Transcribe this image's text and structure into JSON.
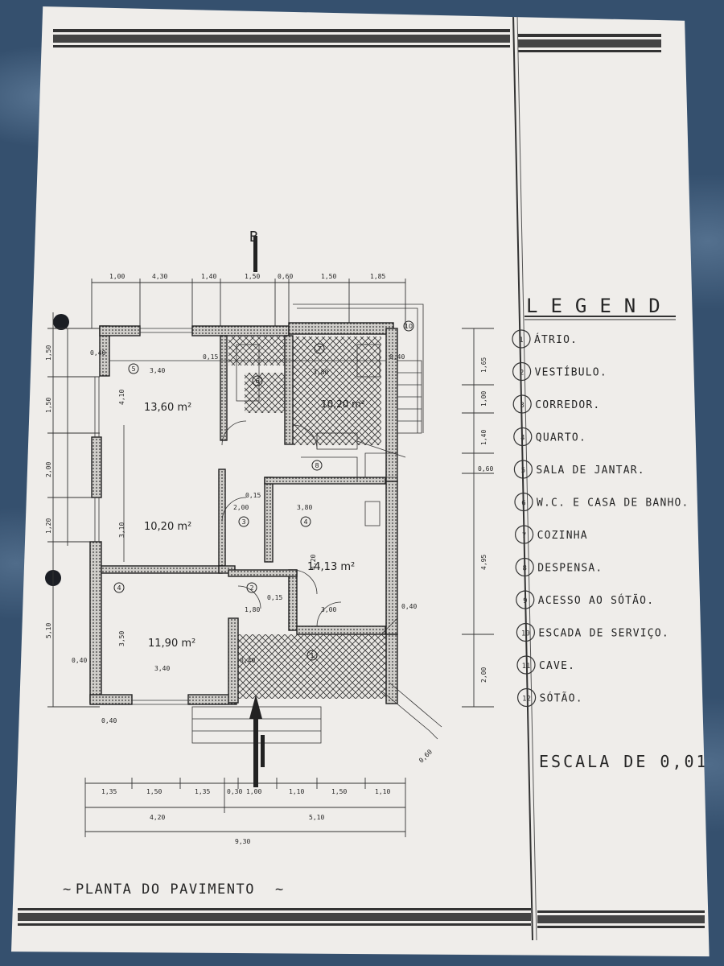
{
  "drawing": {
    "title": "PLANTA DO PAVIMENTO",
    "title_ornament": "~",
    "scale": "ESCALA DE 0,01 :",
    "section_marker": "B"
  },
  "legend": {
    "heading": "LEGEND",
    "items": [
      {
        "num": "1",
        "label": "ÁTRIO."
      },
      {
        "num": "2",
        "label": "VESTÍBULO."
      },
      {
        "num": "3",
        "label": "CORREDOR."
      },
      {
        "num": "4",
        "label": "QUARTO."
      },
      {
        "num": "5",
        "label": "SALA DE JANTAR."
      },
      {
        "num": "6",
        "label": "W.C. E CASA DE BANHO."
      },
      {
        "num": "7",
        "label": "COZINHA"
      },
      {
        "num": "8",
        "label": "DESPENSA."
      },
      {
        "num": "9",
        "label": "ACESSO AO SÓTÃO."
      },
      {
        "num": "10",
        "label": "ESCADA DE SERVIÇO."
      },
      {
        "num": "11",
        "label": "CAVE."
      },
      {
        "num": "12",
        "label": "SÓTÃO."
      }
    ]
  },
  "rooms": {
    "sala": {
      "area": "13,60 m²",
      "num": "5"
    },
    "quarto_mid": {
      "area": "10,20 m²"
    },
    "quarto_low": {
      "area": "11,90 m²",
      "num": "4"
    },
    "cozinha": {
      "area": "10,20 m²",
      "num": "7"
    },
    "quarto_right": {
      "area": "14,13 m²",
      "num": "4"
    },
    "corredor": {
      "num": "3"
    },
    "vestibulo": {
      "num": "2"
    },
    "atrio": {
      "num": "1"
    },
    "wc": {
      "num": "6"
    },
    "despensa": {
      "num": "8"
    },
    "escada": {
      "num": "10"
    }
  },
  "dimensions": {
    "top": [
      "1,00",
      "4,30",
      "1,40",
      "1,50",
      "0,60",
      "1,50",
      "1,85"
    ],
    "bottom_1": [
      "1,35",
      "1,50",
      "1,35",
      "0,30",
      "1,00",
      "1,10",
      "1,50",
      "1,10"
    ],
    "bottom_2": [
      "4,20",
      "5,10"
    ],
    "bottom_total": "9,30",
    "left": [
      "1,50",
      "1,50",
      "2,00",
      "1,20",
      "5,10"
    ],
    "right": [
      "1,65",
      "1,00",
      "1,40",
      "0,60",
      "4,95",
      "2,00"
    ],
    "inner": [
      "3,40",
      "4,10",
      "3,10",
      "0,15",
      "2,00",
      "0,15",
      "3,80",
      "4,20",
      "0,40",
      "3,80",
      "0,15",
      "3,40",
      "3,50",
      "0,40",
      "0,40",
      "0,40",
      "1,80",
      "3,00",
      "0,40",
      "0,60",
      "0,40"
    ]
  }
}
